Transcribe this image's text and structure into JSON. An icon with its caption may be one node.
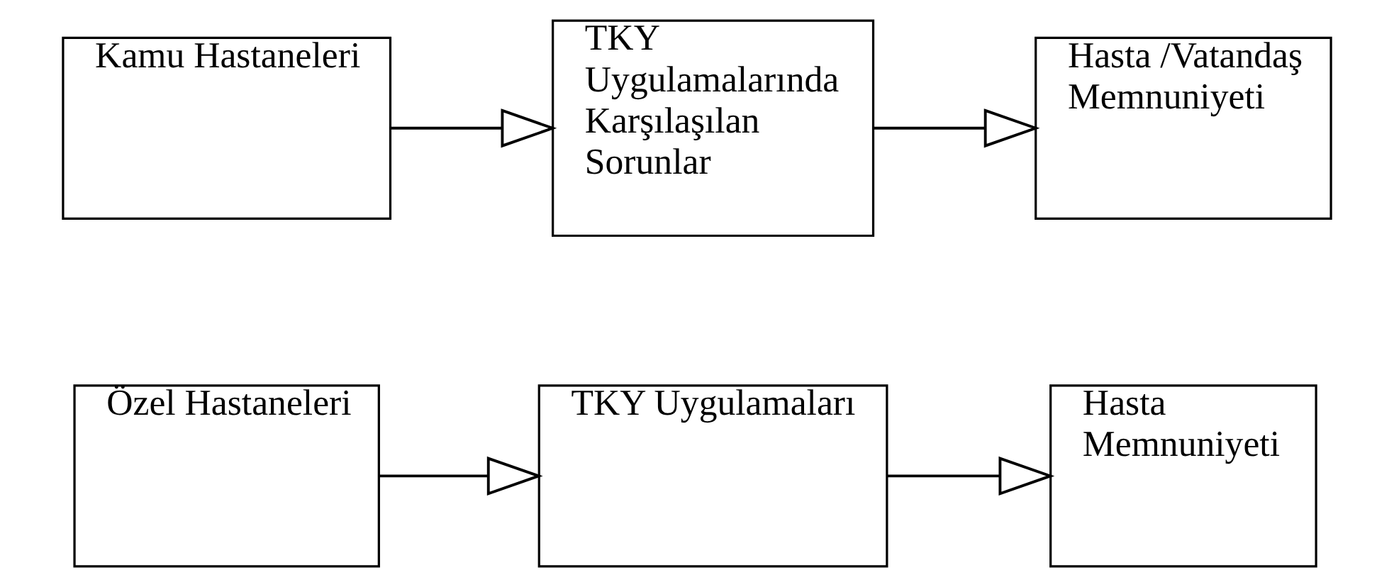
{
  "diagram": {
    "nodes": [
      {
        "text": [
          "Özel Hastaneleri"
        ]
      },
      {
        "text": [
          "TKY Uygulamaları"
        ]
      },
      {
        "text": [
          "Hasta Memnuniyeti"
        ]
      },
      {
        "text": [
          "Kamu Hastaneleri"
        ]
      },
      {
        "text": [
          "TKY Uygulamalarında Karşılaşılan Sorunlar"
        ]
      },
      {
        "text": [
          "Hasta /Vatandaş Memnuniyeti"
        ]
      }
    ],
    "edges": [
      {
        "from": 0,
        "to": 1,
        "arrow": "to"
      },
      {
        "from": 1,
        "to": 2,
        "arrow": "to"
      },
      {
        "from": 3,
        "to": 4,
        "arrow": "to"
      },
      {
        "from": 4,
        "to": 5,
        "arrow": "to"
      }
    ]
  }
}
